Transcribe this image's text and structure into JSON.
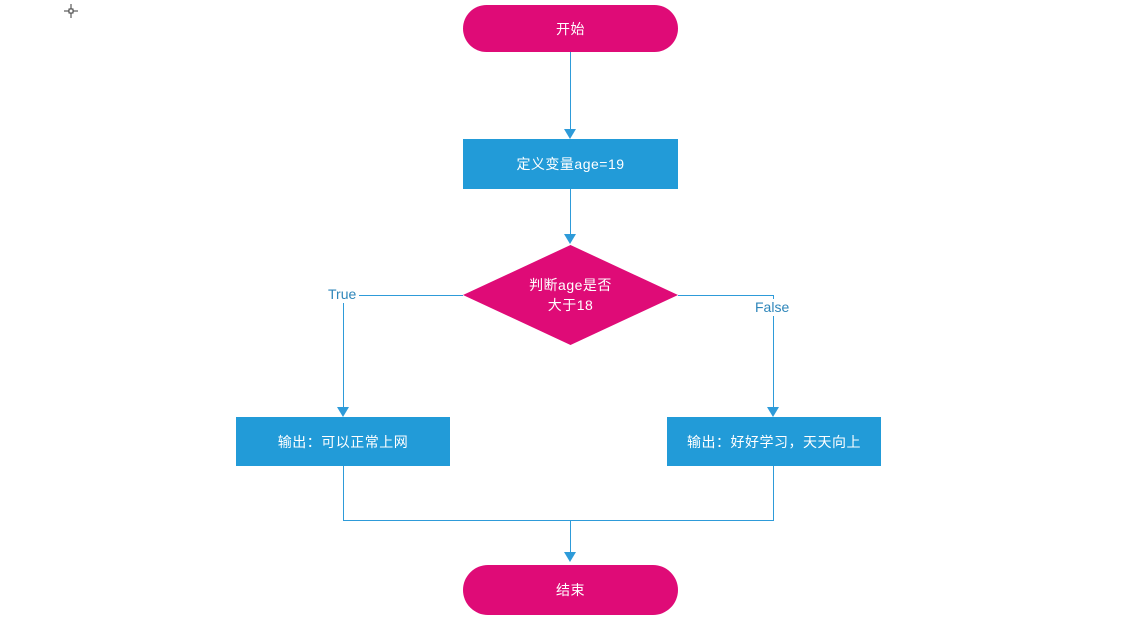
{
  "colors": {
    "node_pink": "#DF0B77",
    "node_blue": "#229BD8",
    "connector_blue": "#2E9BD9",
    "edge_label_blue": "#2E86BA",
    "node_text": "#FFFFFF",
    "canvas_background": "#FFFFFF"
  },
  "nodes": {
    "start": {
      "label": "开始"
    },
    "define": {
      "label": "定义变量age=19"
    },
    "decision": {
      "line1": "判断age是否",
      "line2": "大于18"
    },
    "output_true": {
      "label": "输出：可以正常上网"
    },
    "output_false": {
      "label": "输出：好好学习，天天向上"
    },
    "end": {
      "label": "结束"
    }
  },
  "edge_labels": {
    "true_branch": "True",
    "false_branch": "False"
  }
}
